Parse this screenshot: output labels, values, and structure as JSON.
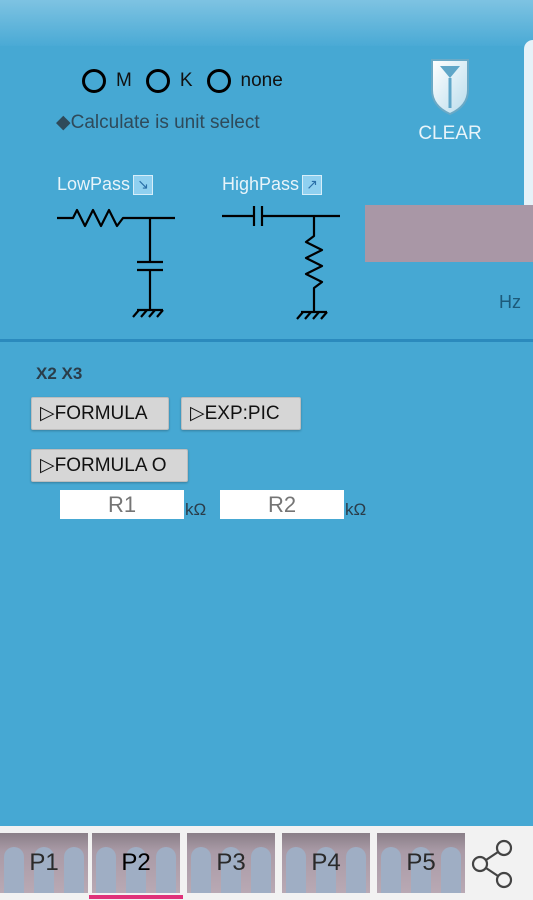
{
  "units": {
    "options": [
      {
        "label": "M"
      },
      {
        "label": "K"
      },
      {
        "label": "none"
      }
    ],
    "note": "◆Calculate is unit select"
  },
  "clear": {
    "label": "CLEAR"
  },
  "filters": {
    "lowpass": {
      "label": "LowPass",
      "arrow": "↘"
    },
    "highpass": {
      "label": "HighPass",
      "arrow": "↗"
    }
  },
  "frequency": {
    "unit": "Hz"
  },
  "section": {
    "label": "X2 X3"
  },
  "buttons": {
    "formula": "▷FORMULA",
    "exp_pic": "▷EXP:PIC",
    "formula_o": "▷FORMULA O"
  },
  "inputs": {
    "r1": {
      "placeholder": "R1",
      "unit": "kΩ"
    },
    "r2": {
      "placeholder": "R2",
      "unit": "kΩ"
    }
  },
  "tabs": [
    {
      "label": "P1"
    },
    {
      "label": "P2",
      "selected": true
    },
    {
      "label": "P3"
    },
    {
      "label": "P4"
    },
    {
      "label": "P5"
    }
  ],
  "colors": {
    "background": "#46a8d3",
    "frequency_box": "#a997a6",
    "tab_selected": "#e0327a"
  },
  "icons": {
    "clear": "clear-shield-icon",
    "share": "share-icon"
  }
}
